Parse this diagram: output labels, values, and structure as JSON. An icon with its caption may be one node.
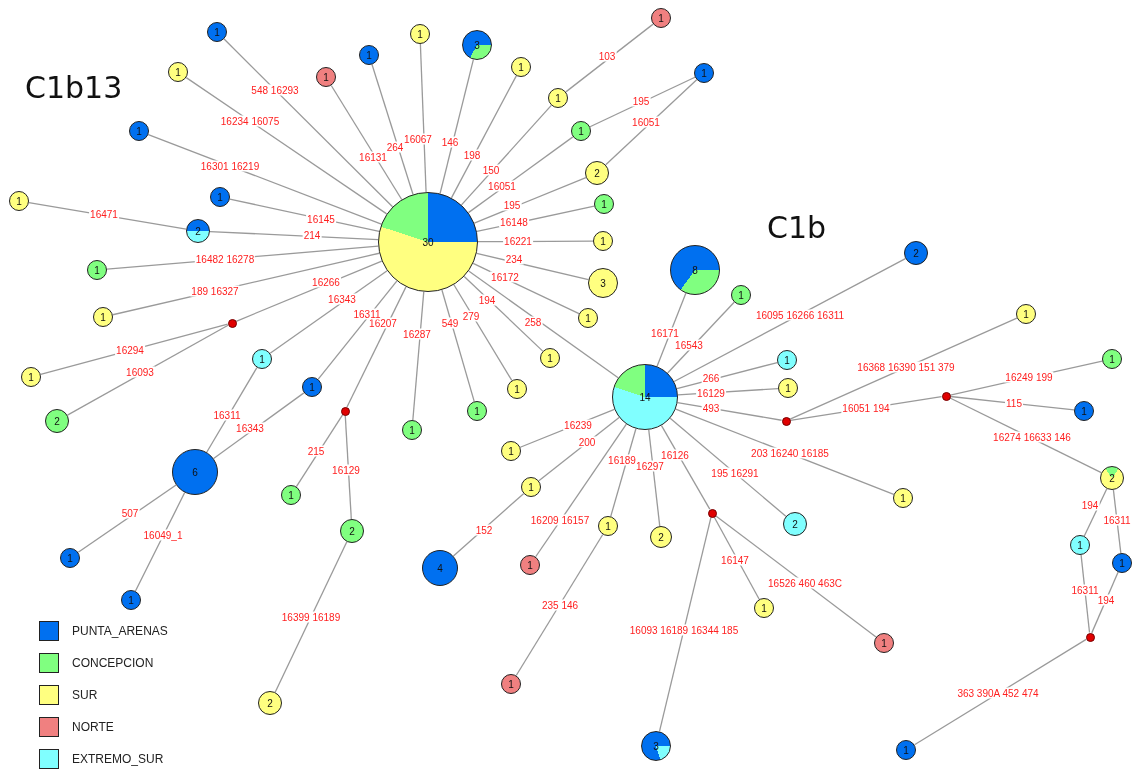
{
  "diagram": {
    "nodes": [
      {
        "text": [
          "30"
        ]
      },
      {
        "text": [
          "14"
        ]
      },
      {
        "text": [
          "1"
        ]
      },
      {
        "text": [
          "1"
        ]
      },
      {
        "text": [
          "1"
        ]
      },
      {
        "text": [
          "1"
        ]
      },
      {
        "text": [
          "1"
        ]
      },
      {
        "text": [
          "1"
        ]
      },
      {
        "text": [
          "3"
        ]
      },
      {
        "text": [
          "1"
        ]
      },
      {
        "text": [
          "1"
        ]
      },
      {
        "text": [
          "1"
        ]
      },
      {
        "text": [
          "1"
        ]
      },
      {
        "text": [
          "1"
        ]
      },
      {
        "text": [
          "2"
        ]
      },
      {
        "text": [
          "1"
        ]
      },
      {
        "text": [
          "1"
        ]
      },
      {
        "text": [
          "3"
        ]
      },
      {
        "text": [
          "1"
        ]
      },
      {
        "text": [
          "1"
        ]
      },
      {
        "text": [
          "1"
        ]
      },
      {
        "text": [
          "1"
        ]
      },
      {
        "text": [
          "1"
        ]
      },
      {
        "text": [],
        "shape": "circle"
      },
      {
        "text": [
          "1"
        ]
      },
      {
        "text": [
          "2"
        ]
      },
      {
        "text": [
          "2"
        ]
      },
      {
        "text": [
          "1"
        ]
      },
      {
        "text": [
          "6"
        ]
      },
      {
        "text": [
          "1"
        ]
      },
      {
        "text": [
          "1"
        ]
      },
      {
        "text": [
          "1"
        ]
      },
      {
        "text": [],
        "shape": "circle"
      },
      {
        "text": [
          "1"
        ]
      },
      {
        "text": [
          "2"
        ]
      },
      {
        "text": [
          "1"
        ]
      },
      {
        "text": [
          "1"
        ]
      },
      {
        "text": [
          "2"
        ]
      },
      {
        "text": [
          "1"
        ]
      },
      {
        "text": [
          "1"
        ]
      },
      {
        "text": [
          "8"
        ]
      },
      {
        "text": [
          "1"
        ]
      },
      {
        "text": [
          "2"
        ]
      },
      {
        "text": [
          "1"
        ]
      },
      {
        "text": [
          "1"
        ]
      },
      {
        "text": [],
        "shape": "circle"
      },
      {
        "text": [
          "1"
        ]
      },
      {
        "text": [],
        "shape": "circle"
      },
      {
        "text": [
          "1"
        ]
      },
      {
        "text": [
          "1"
        ]
      },
      {
        "text": [
          "2"
        ]
      },
      {
        "text": [
          "1"
        ]
      },
      {
        "text": [
          "1"
        ]
      },
      {
        "text": [],
        "shape": "circle"
      },
      {
        "text": [
          "1"
        ]
      },
      {
        "text": [
          "1"
        ]
      },
      {
        "text": [
          "2"
        ]
      },
      {
        "text": [],
        "shape": "circle"
      },
      {
        "text": [
          "3"
        ]
      },
      {
        "text": [
          "1"
        ]
      },
      {
        "text": [
          "1"
        ]
      },
      {
        "text": [
          "2"
        ]
      },
      {
        "text": [
          "1"
        ]
      },
      {
        "text": [
          "1"
        ]
      },
      {
        "text": [
          "1"
        ]
      },
      {
        "text": [
          "1"
        ]
      },
      {
        "text": [
          "4"
        ]
      },
      {
        "text": [
          "1"
        ]
      }
    ],
    "edges": [
      {
        "from": 0,
        "to": 2,
        "arrow": "none",
        "label": "548 16293"
      },
      {
        "from": 0,
        "to": 3,
        "arrow": "none",
        "label": "16234 16075"
      },
      {
        "from": 0,
        "to": 4,
        "arrow": "none",
        "label": "16301 16219"
      },
      {
        "from": 0,
        "to": 5,
        "arrow": "none",
        "label": "16131"
      },
      {
        "from": 0,
        "to": 6,
        "arrow": "none",
        "label": "264"
      },
      {
        "from": 0,
        "to": 7,
        "arrow": "none",
        "label": "16067"
      },
      {
        "from": 0,
        "to": 8,
        "arrow": "none",
        "label": "146"
      },
      {
        "from": 0,
        "to": 9,
        "arrow": "none",
        "label": "198"
      },
      {
        "from": 0,
        "to": 10,
        "arrow": "none",
        "label": "150"
      },
      {
        "from": 10,
        "to": 11,
        "arrow": "none",
        "label": "103"
      },
      {
        "from": 0,
        "to": 12,
        "arrow": "none",
        "label": "16051"
      },
      {
        "from": 12,
        "to": 13,
        "arrow": "none",
        "label": "195"
      },
      {
        "from": 0,
        "to": 14,
        "arrow": "none",
        "label": "195"
      },
      {
        "from": 14,
        "to": 13,
        "arrow": "none",
        "label": "16051"
      },
      {
        "from": 0,
        "to": 15,
        "arrow": "none",
        "label": "16148"
      },
      {
        "from": 0,
        "to": 16,
        "arrow": "none",
        "label": "16221"
      },
      {
        "from": 0,
        "to": 17,
        "arrow": "none",
        "label": "234"
      },
      {
        "from": 0,
        "to": 18,
        "arrow": "none",
        "label": "16172"
      },
      {
        "from": 0,
        "to": 19,
        "arrow": "none",
        "label": "194"
      },
      {
        "from": 0,
        "to": 20,
        "arrow": "none",
        "label": "279"
      },
      {
        "from": 0,
        "to": 21,
        "arrow": "none",
        "label": "549"
      },
      {
        "from": 0,
        "to": 22,
        "arrow": "none",
        "label": "16287"
      },
      {
        "from": 0,
        "to": 23,
        "arrow": "none",
        "label": "16207"
      },
      {
        "from": 23,
        "to": 24,
        "arrow": "none",
        "label": "215"
      },
      {
        "from": 23,
        "to": 25,
        "arrow": "none",
        "label": "16129"
      },
      {
        "from": 25,
        "to": 26,
        "arrow": "none",
        "label": "16399 16189"
      },
      {
        "from": 0,
        "to": 27,
        "arrow": "none",
        "label": "16311"
      },
      {
        "from": 27,
        "to": 28,
        "arrow": "none",
        "label": "16343"
      },
      {
        "from": 0,
        "to": 29,
        "arrow": "none",
        "label": "16343"
      },
      {
        "from": 29,
        "to": 28,
        "arrow": "none",
        "label": "16311"
      },
      {
        "from": 28,
        "to": 30,
        "arrow": "none",
        "label": "507"
      },
      {
        "from": 28,
        "to": 31,
        "arrow": "none",
        "label": "16049_1"
      },
      {
        "from": 0,
        "to": 32,
        "arrow": "none",
        "label": "16266"
      },
      {
        "from": 32,
        "to": 33,
        "arrow": "none",
        "label": "16294"
      },
      {
        "from": 32,
        "to": 34,
        "arrow": "none",
        "label": "16093"
      },
      {
        "from": 0,
        "to": 35,
        "arrow": "none",
        "label": "189 16327"
      },
      {
        "from": 0,
        "to": 36,
        "arrow": "none",
        "label": "16482 16278"
      },
      {
        "from": 0,
        "to": 37,
        "arrow": "none",
        "label": "214"
      },
      {
        "from": 37,
        "to": 38,
        "arrow": "none",
        "label": "16471"
      },
      {
        "from": 0,
        "to": 39,
        "arrow": "none",
        "label": "16145"
      },
      {
        "from": 0,
        "to": 1,
        "arrow": "none",
        "label": "258"
      },
      {
        "from": 1,
        "to": 40,
        "arrow": "none",
        "label": "16171"
      },
      {
        "from": 1,
        "to": 41,
        "arrow": "none",
        "label": "16543"
      },
      {
        "from": 1,
        "to": 42,
        "arrow": "none",
        "label": "16095 16266 16311"
      },
      {
        "from": 1,
        "to": 43,
        "arrow": "none",
        "label": "266"
      },
      {
        "from": 1,
        "to": 44,
        "arrow": "none",
        "label": "16129"
      },
      {
        "from": 1,
        "to": 45,
        "arrow": "none",
        "label": "493"
      },
      {
        "from": 45,
        "to": 46,
        "arrow": "none",
        "label": "16368 16390 151 379"
      },
      {
        "from": 45,
        "to": 47,
        "arrow": "none",
        "label": "16051 194"
      },
      {
        "from": 47,
        "to": 48,
        "arrow": "none",
        "label": "16249 199"
      },
      {
        "from": 47,
        "to": 49,
        "arrow": "none",
        "label": "115"
      },
      {
        "from": 47,
        "to": 50,
        "arrow": "none",
        "label": "16274 16633 146"
      },
      {
        "from": 50,
        "to": 51,
        "arrow": "none",
        "label": "194"
      },
      {
        "from": 50,
        "to": 52,
        "arrow": "none",
        "label": "16311"
      },
      {
        "from": 51,
        "to": 53,
        "arrow": "none",
        "label": "16311"
      },
      {
        "from": 52,
        "to": 53,
        "arrow": "none",
        "label": "194"
      },
      {
        "from": 53,
        "to": 54,
        "arrow": "none",
        "label": "363 390A 452 474"
      },
      {
        "from": 1,
        "to": 55,
        "arrow": "none",
        "label": "203 16240 16185"
      },
      {
        "from": 1,
        "to": 56,
        "arrow": "none",
        "label": "195 16291"
      },
      {
        "from": 1,
        "to": 57,
        "arrow": "none",
        "label": "16126"
      },
      {
        "from": 57,
        "to": 58,
        "arrow": "none",
        "label": "16093 16189 16344 185"
      },
      {
        "from": 57,
        "to": 59,
        "arrow": "none",
        "label": "16147"
      },
      {
        "from": 57,
        "to": 60,
        "arrow": "none",
        "label": "16526 460 463C"
      },
      {
        "from": 1,
        "to": 61,
        "arrow": "none",
        "label": "16297"
      },
      {
        "from": 1,
        "to": 62,
        "arrow": "none",
        "label": "16189"
      },
      {
        "from": 62,
        "to": 63,
        "arrow": "none",
        "label": "235 146"
      },
      {
        "from": 1,
        "to": 64,
        "arrow": "none",
        "label": "16209 16157"
      },
      {
        "from": 1,
        "to": 65,
        "arrow": "none",
        "label": "200"
      },
      {
        "from": 65,
        "to": 66,
        "arrow": "none",
        "label": "152"
      },
      {
        "from": 1,
        "to": 67,
        "arrow": "none",
        "label": "16239"
      }
    ],
    "labels": [
      "C1b13",
      "C1b"
    ],
    "legend": [
      {
        "text": "PUNTA_ARENAS",
        "color": "#0070f0"
      },
      {
        "text": "CONCEPCION",
        "color": "#80ff80"
      },
      {
        "text": "SUR",
        "color": "#ffff80"
      },
      {
        "text": "NORTE",
        "color": "#f08080"
      },
      {
        "text": "EXTREMO_SUR",
        "color": "#80ffff"
      }
    ]
  }
}
